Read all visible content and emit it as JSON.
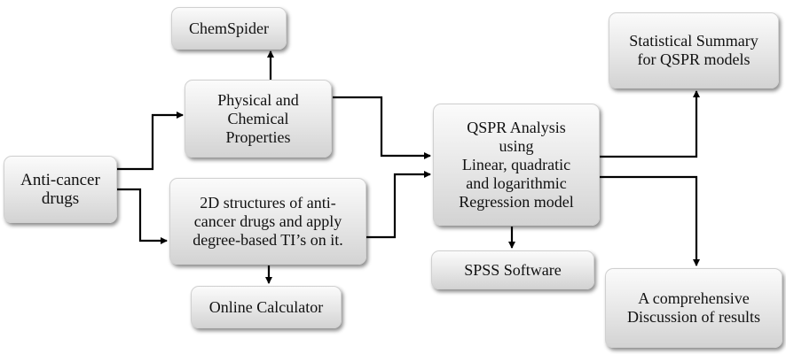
{
  "nodes": {
    "anticancer": [
      "Anti-cancer",
      "drugs"
    ],
    "chemspider": [
      "ChemSpider"
    ],
    "physchem": [
      "Physical and",
      "Chemical",
      "Properties"
    ],
    "structures": [
      "2D structures of anti-",
      "cancer drugs and apply",
      "degree-based TI’s on it."
    ],
    "online": [
      "Online Calculator"
    ],
    "qspr": [
      "QSPR Analysis",
      "using",
      "Linear, quadratic",
      "and logarithmic",
      "Regression model"
    ],
    "spss": [
      "SPSS Software"
    ],
    "summary": [
      "Statistical Summary",
      "for QSPR models"
    ],
    "discussion": [
      "A comprehensive",
      "Discussion of results"
    ]
  },
  "colors": {
    "arrow": "#000000",
    "box_top": "#fbfbfb",
    "box_bottom": "#d3d3d3"
  }
}
